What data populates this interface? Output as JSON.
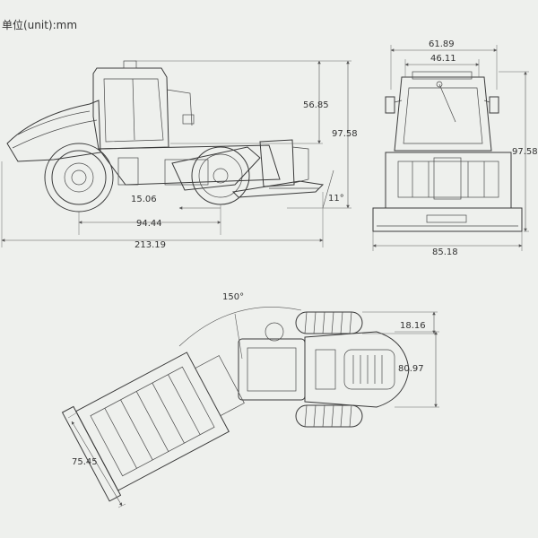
{
  "unit_label": "单位(unit):mm",
  "side_view": {
    "dims": {
      "cab_height": "56.85",
      "total_height": "97.58",
      "angle": "11°",
      "drum_offset": "15.06",
      "wheelbase": "94.44",
      "total_length": "213.19"
    }
  },
  "rear_view": {
    "dims": {
      "top_width": "61.89",
      "inner_width": "46.11",
      "height": "97.58",
      "total_width": "85.18"
    }
  },
  "top_view": {
    "dims": {
      "steer_angle": "150°",
      "offset": "18.16",
      "width": "80.97",
      "drum_width": "75.45"
    }
  }
}
